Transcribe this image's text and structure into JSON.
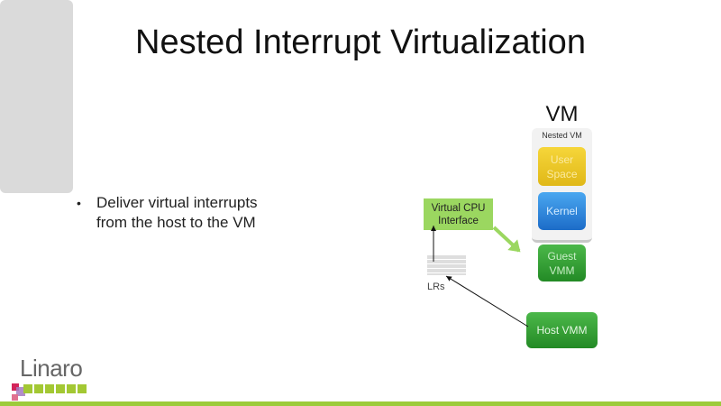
{
  "title": "Nested Interrupt Virtualization",
  "bullets": [
    {
      "marker": "•",
      "lines": [
        "Deliver virtual interrupts",
        "from the host to the VM"
      ]
    }
  ],
  "diagram": {
    "vm": "VM",
    "nested_vm": "Nested VM",
    "user_space": [
      "User",
      "Space"
    ],
    "kernel": "Kernel",
    "guest_vmm": [
      "Guest",
      "VMM"
    ],
    "host_vmm": "Host VMM",
    "vcpu": [
      "Virtual CPU",
      "Interface"
    ],
    "lrs": "LRs"
  },
  "logo": "Linaro",
  "colors": {
    "accent_green": "#9ccb3b",
    "vcpu": "#9bd760",
    "user": "#f0cc2c",
    "kernel": "#2f86dc",
    "vmm": "#36a035"
  }
}
